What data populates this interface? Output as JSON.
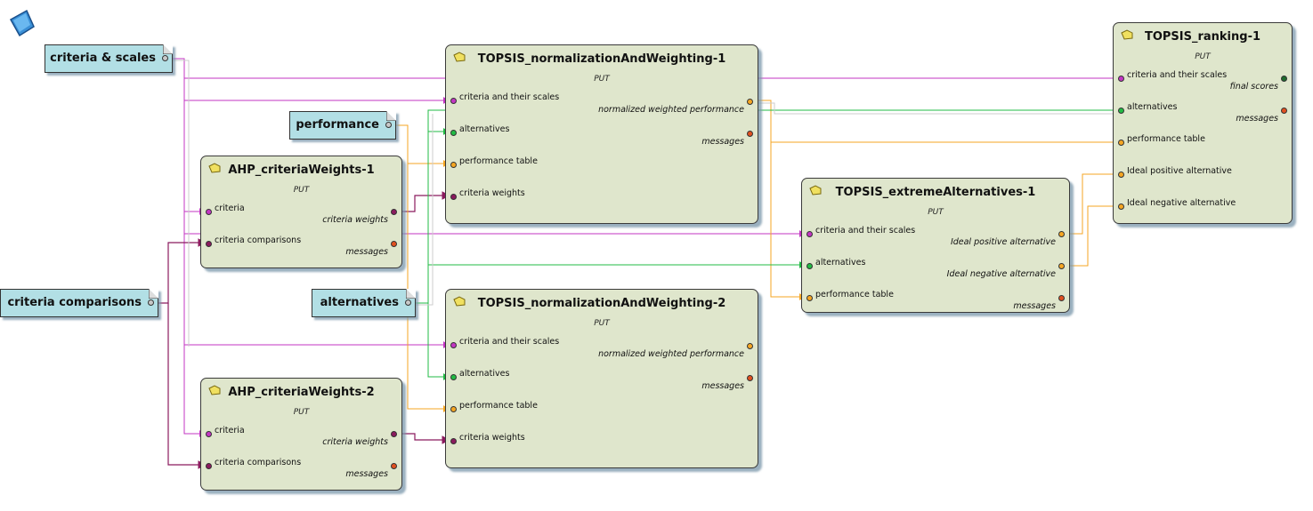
{
  "colors": {
    "criteria": "#c336c3",
    "alternatives": "#22bb44",
    "performance": "#f5a623",
    "weights": "#8b1a5e",
    "messages": "#e05020",
    "scores": "#1e6b2e"
  },
  "logo_icon": "workflow-editor-icon",
  "data_sources": {
    "criteria_scales": "criteria & scales",
    "performance": "performance",
    "criteria_comparisons": "criteria comparisons",
    "alternatives": "alternatives"
  },
  "nodes": {
    "topsis_norm_1": {
      "title": "TOPSIS_normalizationAndWeighting-1",
      "subtitle": "PUT",
      "inputs": [
        "criteria and their scales",
        "alternatives",
        "performance table",
        "criteria weights"
      ],
      "outputs": [
        "normalized weighted performance",
        "messages"
      ]
    },
    "topsis_norm_2": {
      "title": "TOPSIS_normalizationAndWeighting-2",
      "subtitle": "PUT",
      "inputs": [
        "criteria and their scales",
        "alternatives",
        "performance table",
        "criteria weights"
      ],
      "outputs": [
        "normalized weighted performance",
        "messages"
      ]
    },
    "ahp_1": {
      "title": "AHP_criteriaWeights-1",
      "subtitle": "PUT",
      "inputs": [
        "criteria",
        "criteria comparisons"
      ],
      "outputs": [
        "criteria weights",
        "messages"
      ]
    },
    "ahp_2": {
      "title": "AHP_criteriaWeights-2",
      "subtitle": "PUT",
      "inputs": [
        "criteria",
        "criteria comparisons"
      ],
      "outputs": [
        "criteria weights",
        "messages"
      ]
    },
    "topsis_extreme": {
      "title": "TOPSIS_extremeAlternatives-1",
      "subtitle": "PUT",
      "inputs": [
        "criteria and their scales",
        "alternatives",
        "performance table"
      ],
      "outputs": [
        "Ideal positive alternative",
        "Ideal negative alternative",
        "messages"
      ]
    },
    "topsis_ranking": {
      "title": "TOPSIS_ranking-1",
      "subtitle": "PUT",
      "inputs": [
        "criteria and their scales",
        "alternatives",
        "performance table",
        "Ideal positive alternative",
        "Ideal negative alternative"
      ],
      "outputs": [
        "final scores",
        "messages"
      ]
    }
  }
}
